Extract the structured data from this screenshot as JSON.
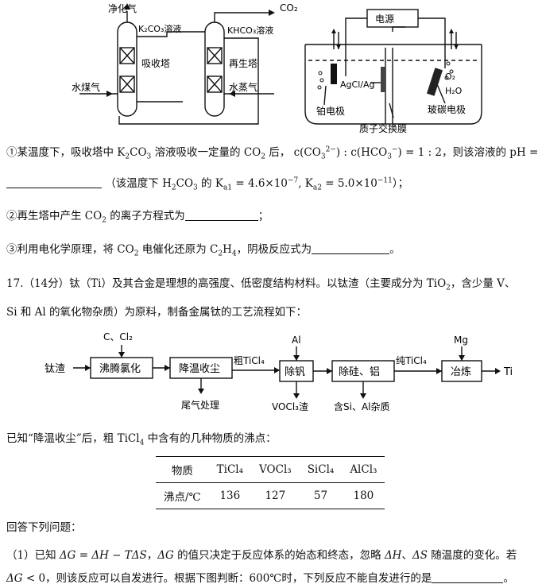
{
  "diagram1": {
    "purified_gas": "净化气",
    "co2": "CO₂",
    "k2co3_solution": "K₂CO₃溶液",
    "khco3_solution": "KHCO₃溶液",
    "absorber": "吸收塔",
    "regenerator": "再生塔",
    "water_gas": "水煤气",
    "steam": "水蒸气",
    "power_supply": "电源",
    "agcl_ag": "AgCl/Ag",
    "o2": "O₂",
    "h2o": "H₂O",
    "pt_electrode": "铂电极",
    "glassy_carbon": "玻碳电极",
    "membrane": "质子交换膜"
  },
  "q1": {
    "part_a": "①某温度下，吸收塔中",
    "part_b": "溶液吸收一定量的",
    "part_c": "后，",
    "part_d": "，则该溶液的 pH =",
    "part_e": "（该温度下",
    "part_f": "的",
    "part_g": "）；",
    "ratio": "1 : 2",
    "ka1": "4.6×10",
    "ka1_exp": "−7",
    "ka2": "5.0×10",
    "ka2_exp": "−11"
  },
  "q2": {
    "text": "②再生塔中产生",
    "text2": "的离子方程式为",
    "end": "；"
  },
  "q3": {
    "text": "③利用电化学原理，将",
    "text2": "电催化还原为",
    "text3": "，阴极反应式为",
    "end": "。"
  },
  "q17": {
    "line1": "17.（14分）钛（Ti）及其合金是理想的高强度、低密度结构材料。以钛渣（主要成分为",
    "line1_end": "，含少量 V、",
    "line2": "Si 和 Al 的氧化物杂质）为原料，制备金属钛的工艺流程如下："
  },
  "flow": {
    "input": "钛渣",
    "reagents1": "C、Cl₂",
    "step1": "沸腾氯化",
    "step2": "降温收尘",
    "tail_gas": "尾气处理",
    "crude": "粗TiCl₄",
    "al": "Al",
    "step3": "除钒",
    "residue": "VOCl₃渣",
    "step4": "除硅、铝",
    "impurity": "含Si、Al杂质",
    "pure": "纯TiCl₄",
    "mg": "Mg",
    "step5": "冶炼",
    "output": "Ti"
  },
  "known": {
    "text": "已知“降温收尘”后，粗",
    "text2": "中含有的几种物质的沸点："
  },
  "table": {
    "header": [
      "物质",
      "TiCl₄",
      "VOCl₃",
      "SiCl₄",
      "AlCl₃"
    ],
    "row": [
      "沸点/℃",
      "136",
      "127",
      "57",
      "180"
    ]
  },
  "answer_prompt": "回答下列问题：",
  "q171": {
    "line1": "（1）已知",
    "line1b": "，",
    "line1c": "的值只决定于反应体系的始态和终态，忽略",
    "line1d": "随温度的变化。若",
    "line2": "，则该反应可以自发进行。根据下图判断：600℃时，下列反应不能自发进行的是",
    "end": "。"
  }
}
